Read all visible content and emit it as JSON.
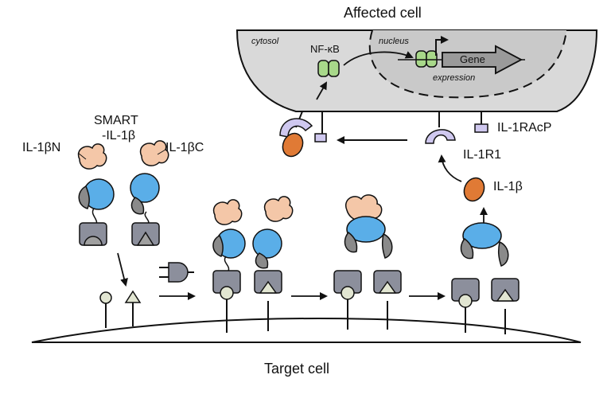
{
  "title": "Affected cell",
  "bottom_label": "Target cell",
  "affected_cell": {
    "cytosol": "cytosol",
    "nfkb": "NF-κB",
    "nucleus": "nucleus",
    "gene": "Gene",
    "expression": "expression"
  },
  "receptors": {
    "il1r1": "IL-1R1",
    "il1racp": "IL-1RAcP",
    "ligand": "IL-1β"
  },
  "smart": {
    "line1": "SMART",
    "line2": "-IL-1β",
    "n_label": "IL-1βN",
    "c_label": "IL-1βC"
  },
  "colors": {
    "cell_fill": "#d9d9d9",
    "protein_blue": "#5aaee8",
    "ligand_peach": "#f4c7a8",
    "il1b_orange": "#e07a35",
    "nfkb_green": "#a8d88a",
    "receptor_purple": "#cfc8ef",
    "anchor_gray": "#8c8f9c"
  }
}
